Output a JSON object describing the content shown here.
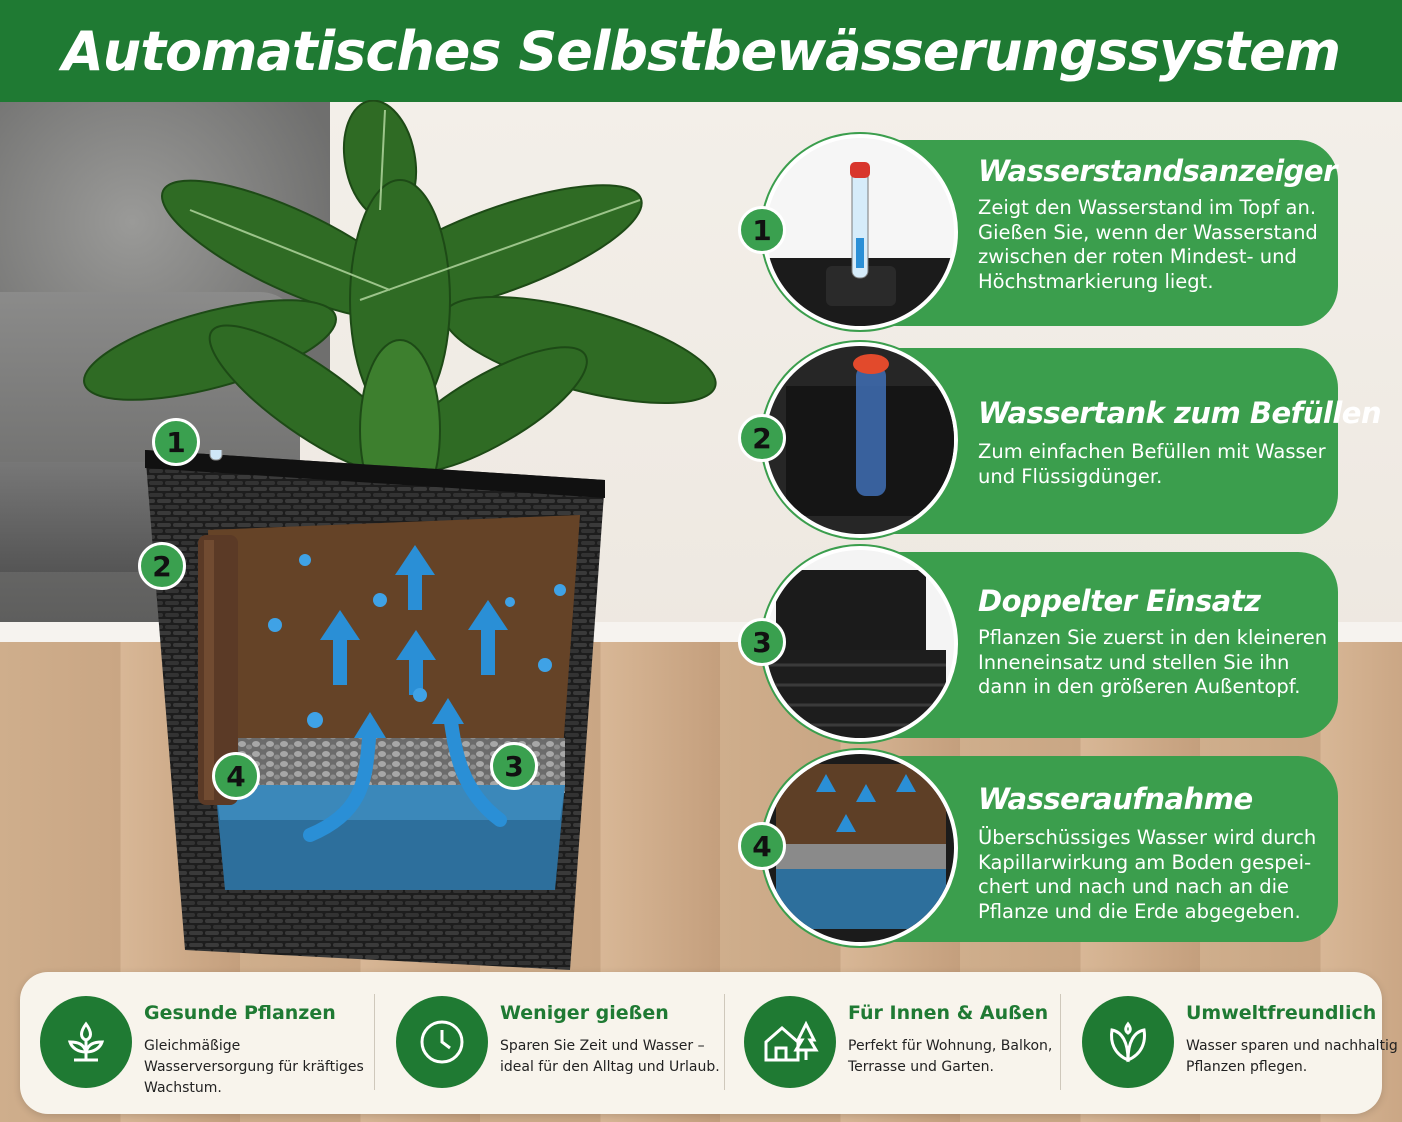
{
  "header": {
    "title": "Automatisches Selbstbewässerungssystem"
  },
  "diagram": {
    "badges": [
      "1",
      "2",
      "3",
      "4"
    ]
  },
  "features": [
    {
      "number": "1",
      "title": "Wasserstandsanzeiger",
      "text": "Zeigt den Wasserstand im Topf an. Gießen Sie, wenn der Wasserstand zwischen der roten Mindest- und Höchstmarkierung liegt."
    },
    {
      "number": "2",
      "title": "Wassertank zum Befüllen",
      "text": "Zum einfachen Befüllen mit Wasser und Flüssigdünger."
    },
    {
      "number": "3",
      "title": "Doppelter Einsatz",
      "text": "Pflanzen Sie zuerst in den kleineren Inneneinsatz und stellen Sie ihn dann in den größeren Außentopf."
    },
    {
      "number": "4",
      "title": "Wasseraufnahme",
      "text": "Überschüssiges Wasser wird durch Kapillarwirkung am Boden gespei-chert und nach und nach an die Pflanze und die Erde abgegeben."
    }
  ],
  "benefits": [
    {
      "icon": "sprout-icon",
      "title": "Gesunde Pflanzen",
      "text": "Gleichmäßige Wasserversorgung für kräftiges Wachstum."
    },
    {
      "icon": "clock-icon",
      "title": "Weniger gießen",
      "text": "Sparen Sie Zeit und Wasser – ideal für den Alltag und Urlaub."
    },
    {
      "icon": "house-tree-icon",
      "title": "Für Innen & Außen",
      "text": "Perfekt für Wohnung, Balkon, Terrasse und Garten."
    },
    {
      "icon": "leaf-icon",
      "title": "Umweltfreundlich",
      "text": "Wasser sparen und nachhaltig Pflanzen pflegen."
    }
  ],
  "colors": {
    "header_green": "#1f7a33",
    "card_green": "#3b9e4d",
    "badge_green": "#3aa04f",
    "water_blue": "#2a8fd6"
  }
}
